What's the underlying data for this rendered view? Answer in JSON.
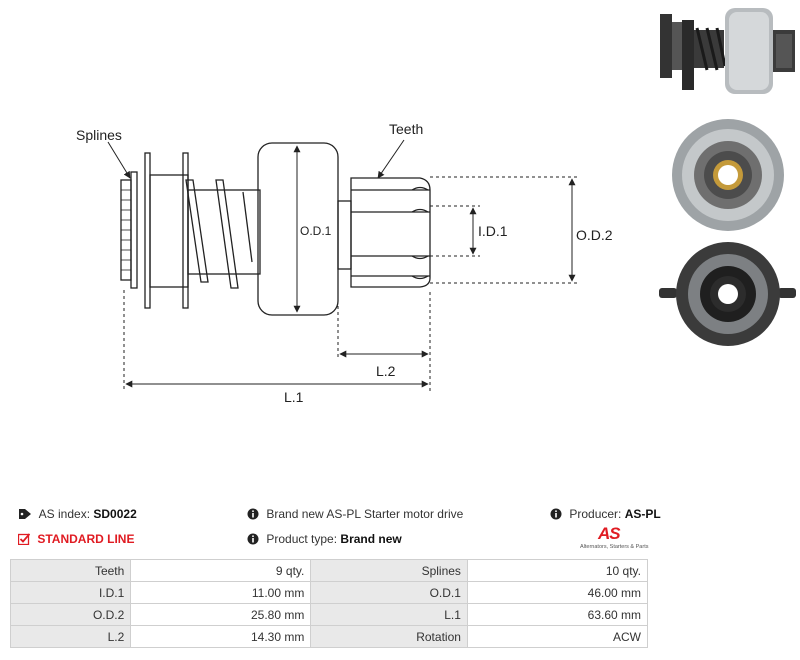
{
  "diagram": {
    "labels": {
      "splines": "Splines",
      "teeth": "Teeth",
      "od1": "O.D.1",
      "id1": "I.D.1",
      "od2": "O.D.2",
      "l2": "L.2",
      "l1": "L.1"
    }
  },
  "info": {
    "index_label": "AS index:",
    "index_value": "SD0022",
    "line": "STANDARD LINE",
    "description": "Brand new AS-PL Starter motor drive",
    "type_label": "Product type:",
    "type_value": "Brand new",
    "producer_label": "Producer:",
    "producer_value": "AS-PL"
  },
  "logo": {
    "mark": "AS",
    "tagline": "Alternators, Starters & Parts"
  },
  "specs": {
    "rows": [
      {
        "k1": "Teeth",
        "v1": "9 qty.",
        "k2": "Splines",
        "v2": "10 qty."
      },
      {
        "k1": "I.D.1",
        "v1": "11.00 mm",
        "k2": "O.D.1",
        "v2": "46.00 mm"
      },
      {
        "k1": "O.D.2",
        "v1": "25.80 mm",
        "k2": "L.1",
        "v2": "63.60 mm"
      },
      {
        "k1": "L.2",
        "v1": "14.30 mm",
        "k2": "Rotation",
        "v2": "ACW"
      }
    ]
  },
  "colors": {
    "accent": "#e01b22",
    "header_bg": "#e9e9e9",
    "border": "#cfcfcf"
  }
}
